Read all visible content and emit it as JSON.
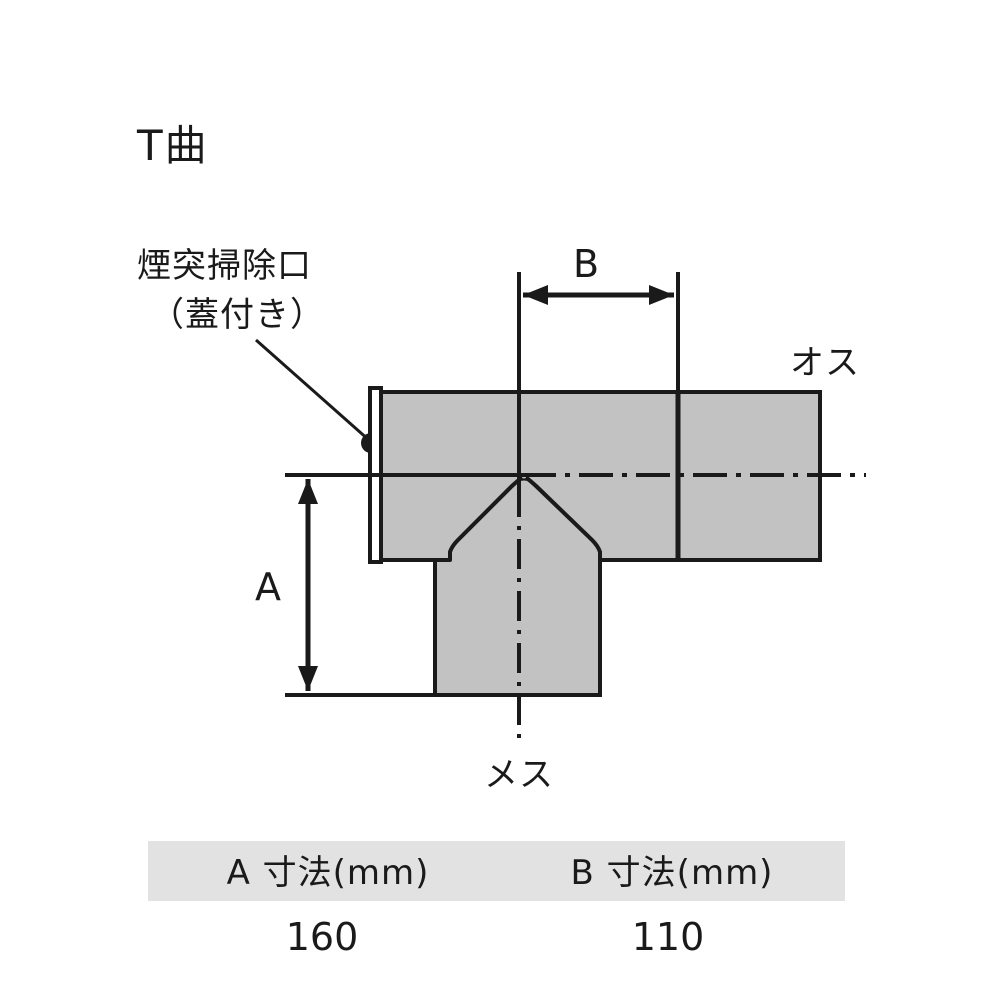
{
  "page": {
    "title": "T曲",
    "background_color": "#ffffff"
  },
  "colors": {
    "pipe_fill": "#c2c2c2",
    "line": "#1a1a1a",
    "table_header_bg": "#e2e2e2",
    "text": "#1a1a1a"
  },
  "diagram": {
    "callout": {
      "line1": "煙突掃除口",
      "line2": "（蓋付き）"
    },
    "labels": {
      "male_end": "オス",
      "female_end": "メス"
    },
    "dimensions": {
      "a_letter": "A",
      "b_letter": "B"
    }
  },
  "table": {
    "headers": [
      "A 寸法(mm)",
      "B 寸法(mm)"
    ],
    "rows": [
      [
        "160",
        "110"
      ]
    ]
  }
}
